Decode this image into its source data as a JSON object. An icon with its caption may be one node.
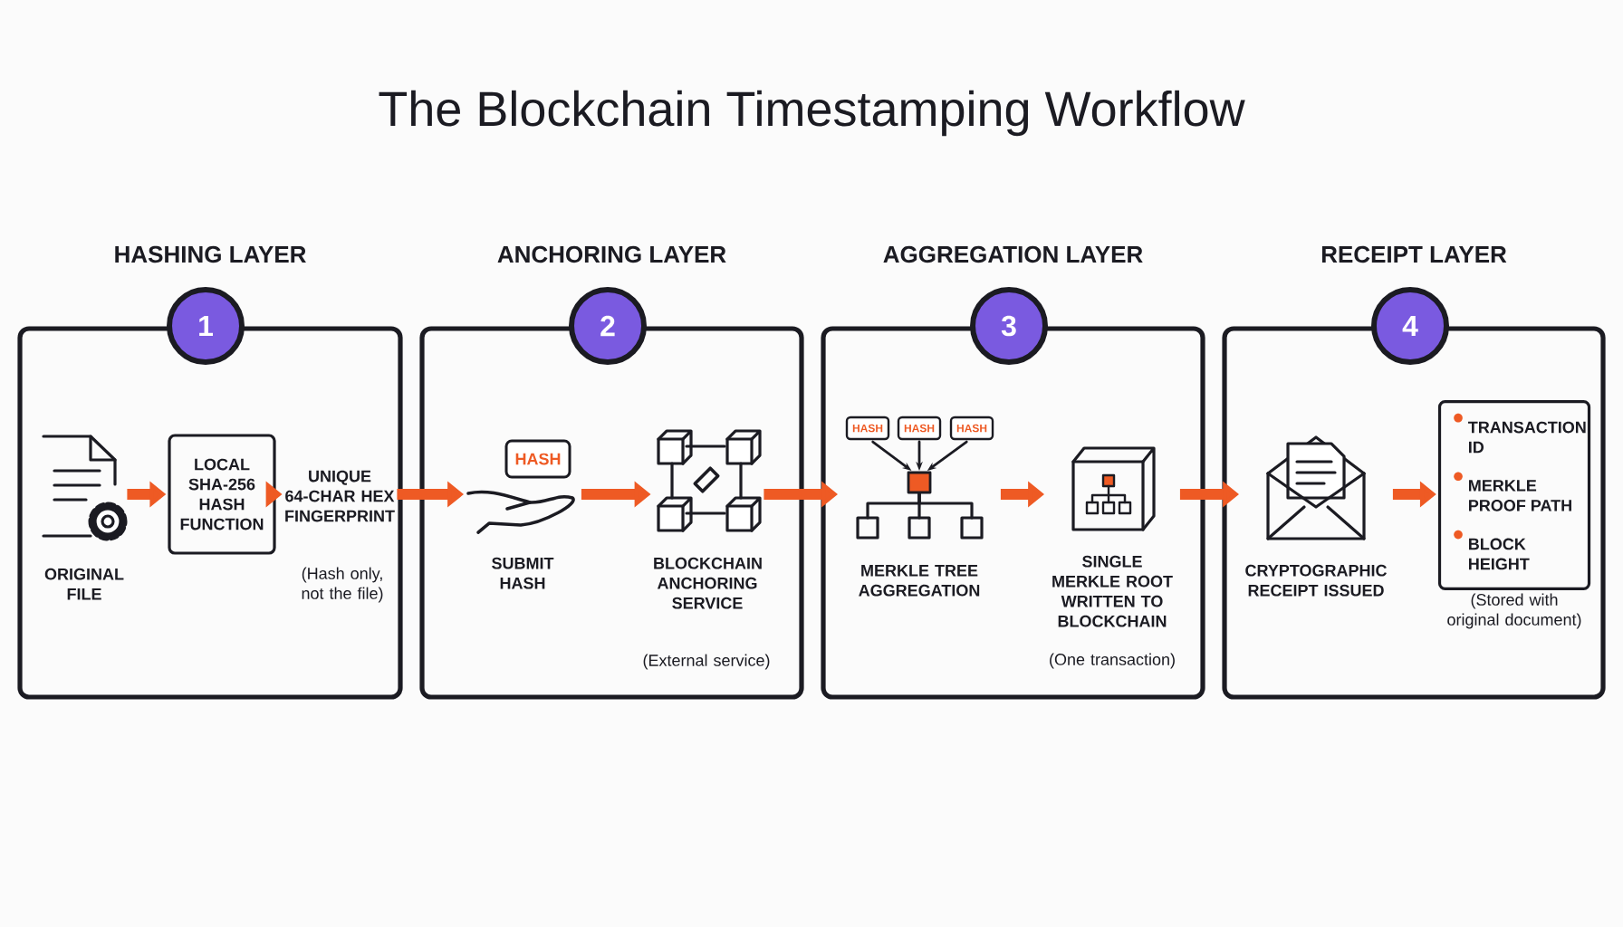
{
  "diagram": {
    "title": "The Blockchain Timestamping Workflow",
    "nodes": [
      {
        "text": [
          "HASHING LAYER"
        ]
      },
      {
        "text": [
          "1"
        ]
      },
      {
        "text": [
          "ORIGINAL FILE"
        ],
        "in": 0
      },
      {
        "text": [
          "LOCAL SHA-256 HASH FUNCTION"
        ],
        "in": 0
      },
      {
        "text": [
          "UNIQUE 64-CHAR HEX FINGERPRINT"
        ],
        "in": 0,
        "beside": [
          "(Hash only, not the file)"
        ]
      },
      {
        "text": [
          "ANCHORING LAYER"
        ]
      },
      {
        "text": [
          "2"
        ]
      },
      {
        "text": [
          "SUBMIT HASH"
        ],
        "in": 5
      },
      {
        "text": [
          "BLOCKCHAIN ANCHORING SERVICE"
        ],
        "in": 5,
        "beside": [
          "(External service)"
        ]
      },
      {
        "text": [
          "AGGREGATION LAYER"
        ]
      },
      {
        "text": [
          "3"
        ]
      },
      {
        "text": [
          "MERKLE TREE AGGREGATION"
        ],
        "in": 9
      },
      {
        "text": [
          "SINGLE MERKLE ROOT WRITTEN TO BLOCKCHAIN"
        ],
        "in": 9
      },
      {
        "text": [
          "RECEIPT LAYER"
        ]
      },
      {
        "text": [
          "4"
        ]
      },
      {
        "text": [
          "CRYPTOGRAPHIC RECEIPT ISSUED"
        ],
        "in": 13
      },
      {
        "text": [
          "TRANSACTION ID",
          "MERKLE PROOF PATH",
          "BLOCK HEIGHT"
        ],
        "in": 13,
        "beside": [
          "(Stored with original document)"
        ]
      }
    ],
    "edges": [
      {
        "from": 2,
        "to": 3,
        "arrow": "to"
      },
      {
        "from": 3,
        "to": 4,
        "arrow": "to"
      },
      {
        "from": 4,
        "to": 7,
        "arrow": "to"
      },
      {
        "from": 7,
        "to": 8,
        "arrow": "to"
      },
      {
        "from": 8,
        "to": 11,
        "arrow": "to"
      },
      {
        "from": 11,
        "to": 12,
        "arrow": "to"
      },
      {
        "from": 12,
        "to": 15,
        "arrow": "to"
      },
      {
        "from": 15,
        "to": 16,
        "arrow": "to"
      }
    ],
    "labels": [
      "HASH",
      "HASH",
      "HASH",
      "HASH",
      "(One transaction)"
    ]
  }
}
